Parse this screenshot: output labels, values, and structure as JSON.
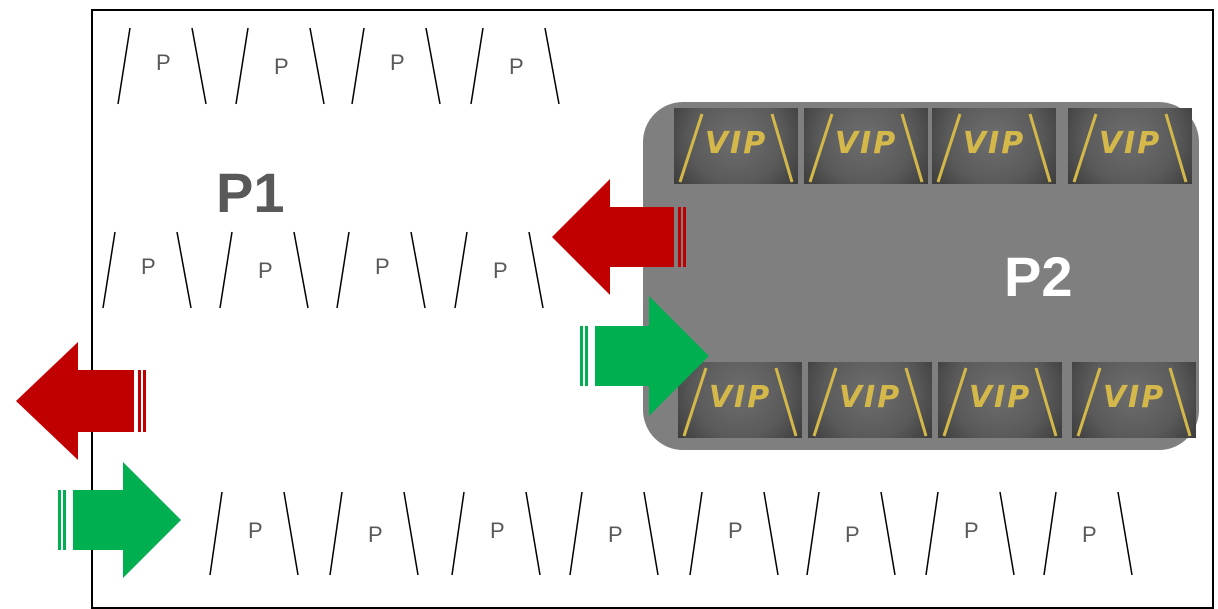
{
  "zones": {
    "p1_label": "P1",
    "p2_label": "P2"
  },
  "space_label": "P",
  "vip_label": "VIP",
  "colors": {
    "exit_arrow": "#c00000",
    "entry_arrow": "#00b050",
    "vip_zone": "#7f7f7f",
    "asphalt": "#5a5a5a",
    "vip_marking": "#d4b84a"
  },
  "arrows": [
    {
      "name": "lot-exit-arrow",
      "kind": "exit"
    },
    {
      "name": "lot-entry-arrow",
      "kind": "entry"
    },
    {
      "name": "vip-exit-arrow",
      "kind": "exit"
    },
    {
      "name": "vip-entry-arrow",
      "kind": "entry"
    }
  ]
}
